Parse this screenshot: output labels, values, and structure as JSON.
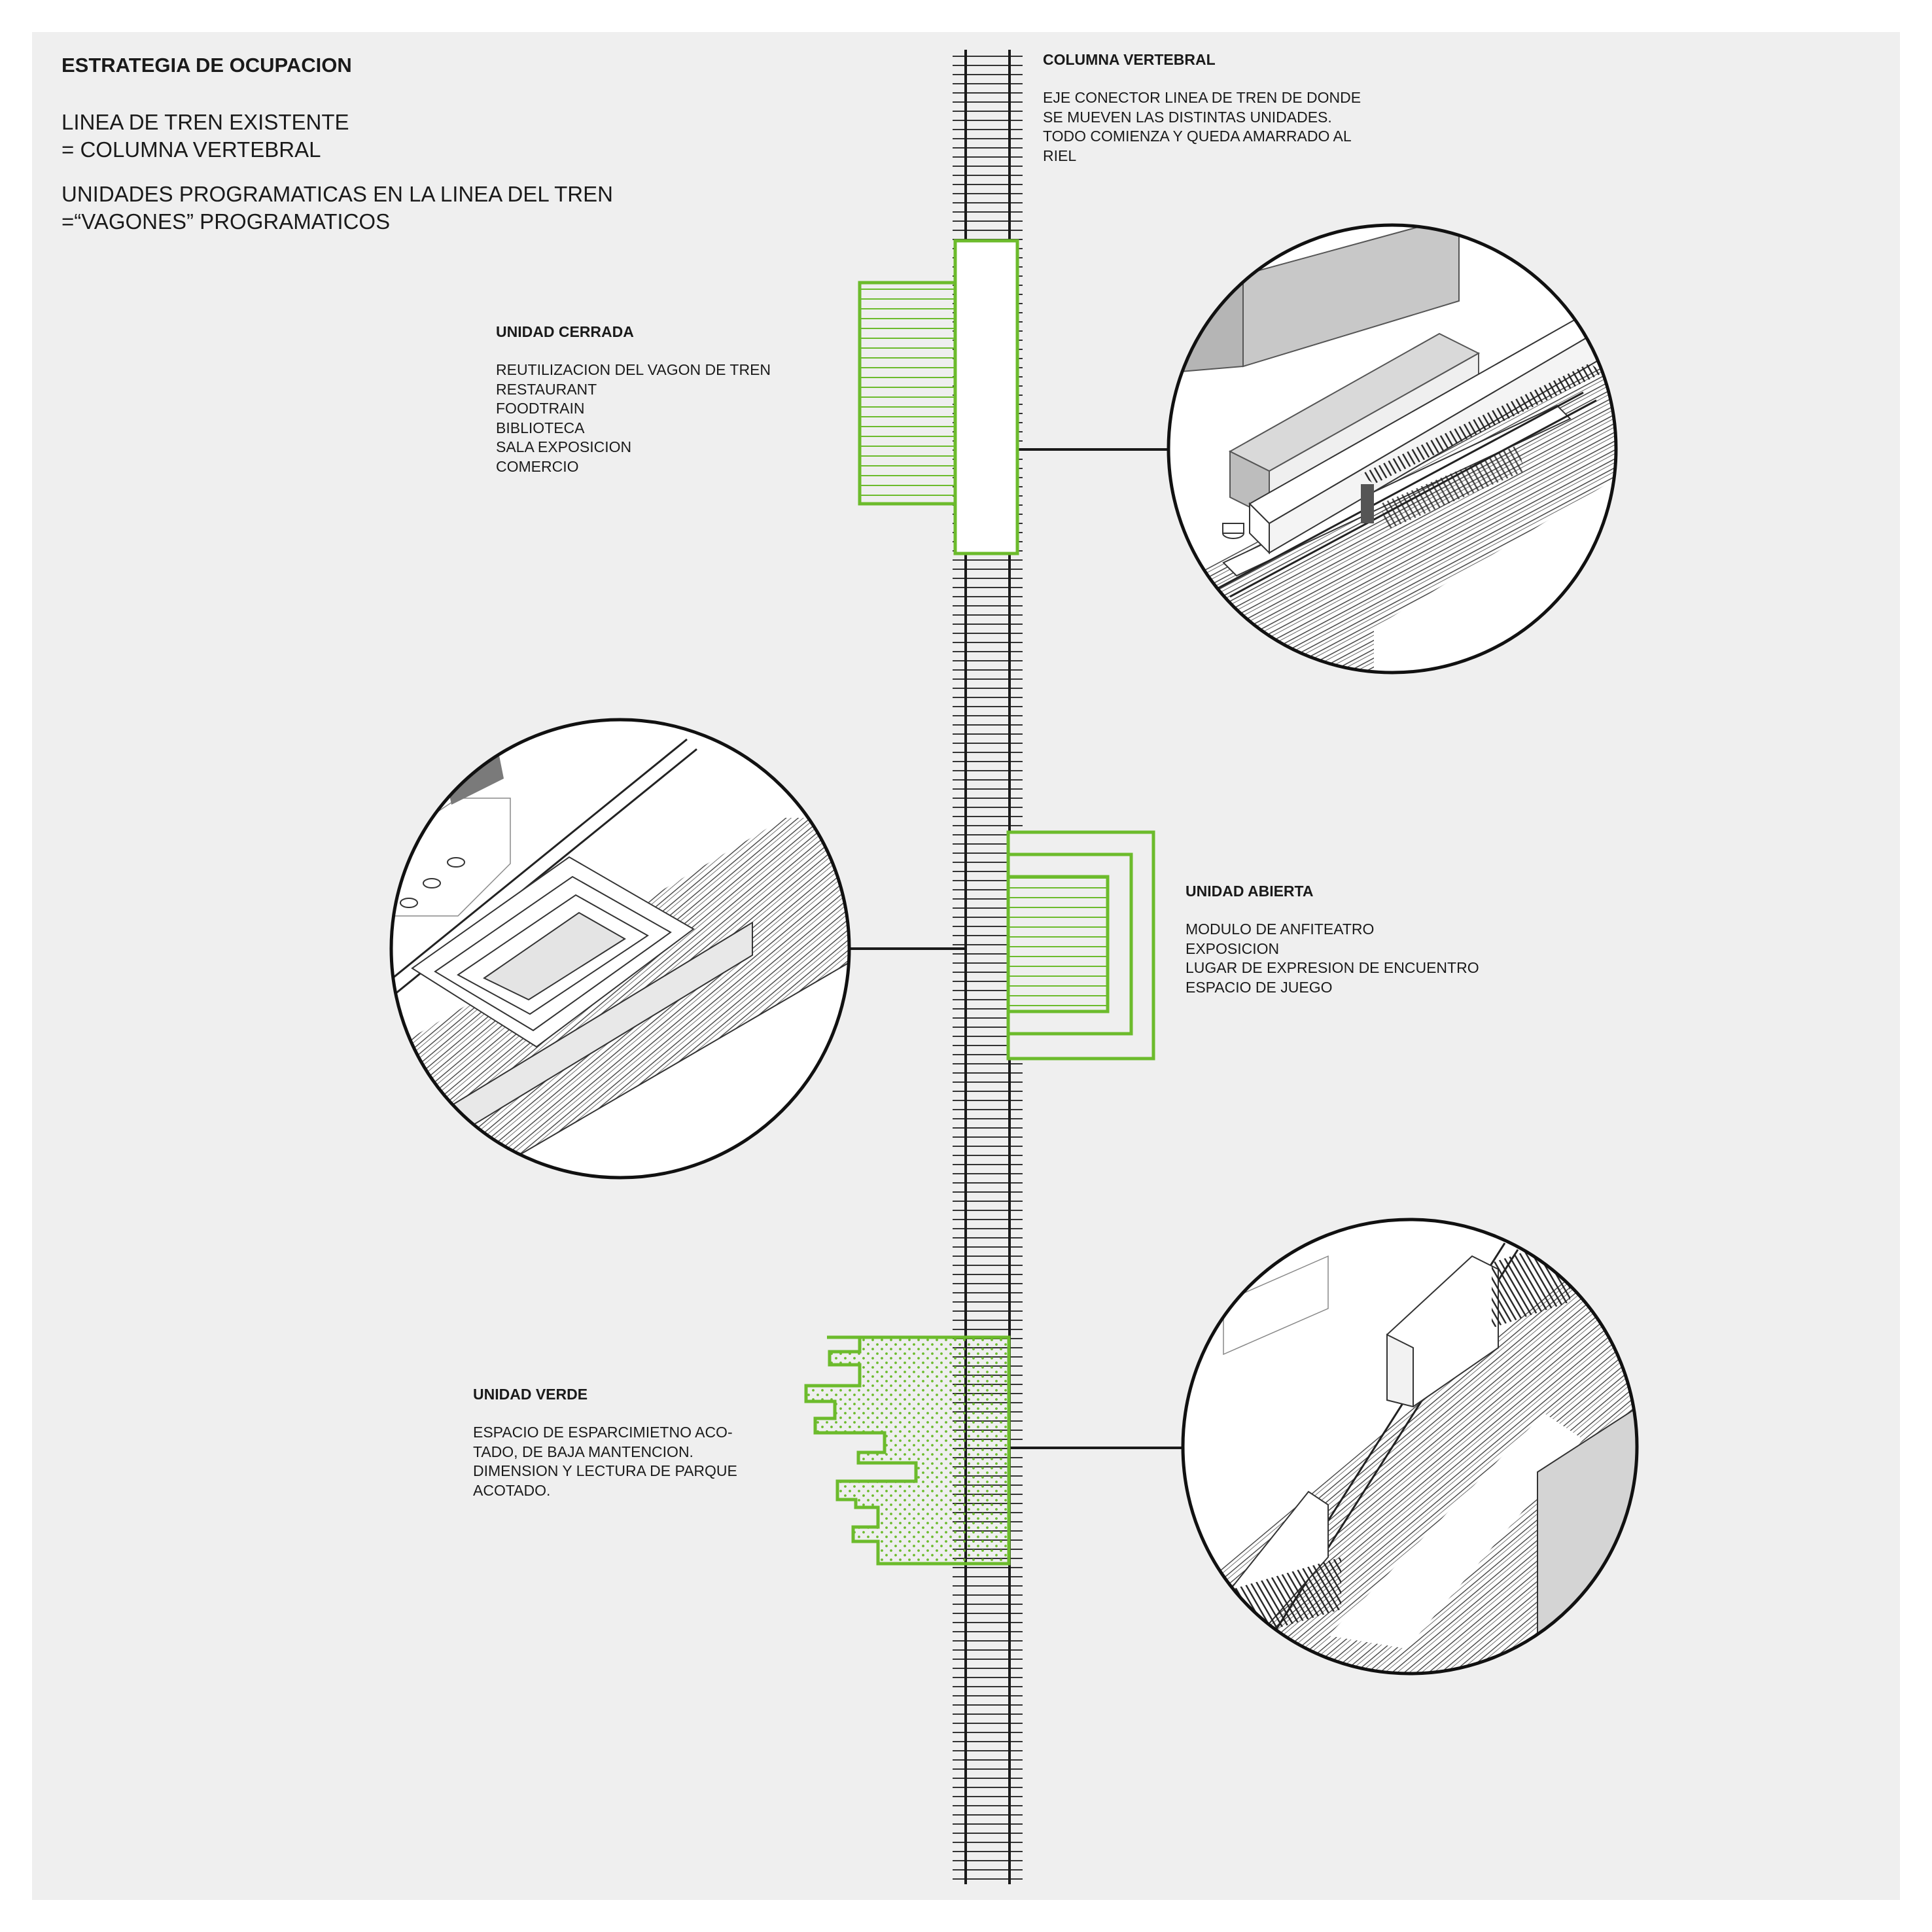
{
  "title": "ESTRATEGIA DE OCUPACION",
  "intro": {
    "line1": "LINEA DE TREN EXISTENTE",
    "line2": "= COLUMNA VERTEBRAL",
    "line3": "UNIDADES PROGRAMATICAS EN LA LINEA DEL TREN",
    "line4": "=“VAGONES” PROGRAMATICOS"
  },
  "columna": {
    "heading": "COLUMNA VERTEBRAL",
    "lines": [
      "EJE CONECTOR LINEA DE TREN  DE DONDE",
      "SE MUEVEN LAS DISTINTAS UNIDADES.",
      "TODO COMIENZA Y QUEDA AMARRADO AL",
      "RIEL"
    ]
  },
  "cerrada": {
    "heading": "UNIDAD CERRADA",
    "items": [
      "REUTILIZACION DEL VAGON DE TREN",
      "RESTAURANT",
      "FOODTRAIN",
      "BIBLIOTECA",
      "SALA EXPOSICION",
      "COMERCIO"
    ]
  },
  "abierta": {
    "heading": "UNIDAD ABIERTA",
    "items": [
      "MODULO DE ANFITEATRO",
      "EXPOSICION",
      "LUGAR DE EXPRESION DE ENCUENTRO",
      "ESPACIO DE JUEGO"
    ]
  },
  "verde": {
    "heading": "UNIDAD VERDE",
    "items": [
      "ESPACIO DE ESPARCIMIETNO ACO-",
      "TADO, DE BAJA MANTENCION.",
      "DIMENSION Y LECTURA DE PARQUE",
      "ACOTADO."
    ]
  },
  "colors": {
    "green": "#6cbb2c",
    "line": "#1a1a1a",
    "background": "#efefef"
  }
}
